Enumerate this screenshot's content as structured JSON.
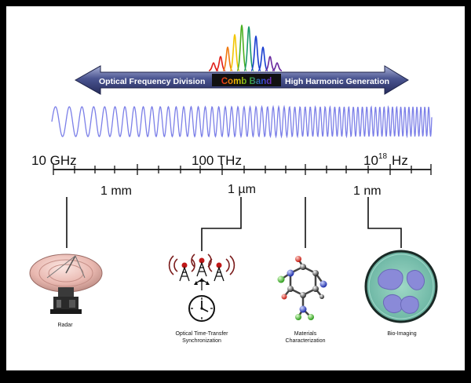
{
  "banner": {
    "left_label": "Optical Frequency Division",
    "center_label": "Comb Band",
    "right_label": "High Harmonic Generation"
  },
  "scale": {
    "freq_left": "10 GHz",
    "freq_mid": "100 THz",
    "freq_right_base": "10",
    "freq_right_exp": "18",
    "freq_right_unit": "Hz",
    "wl_1": "1 mm",
    "wl_2": "1 µm",
    "wl_3": "1 nm"
  },
  "applications": {
    "radar": "Radar",
    "time_transfer_line1": "Optical Time-Transfer",
    "time_transfer_line2": "Synchronization",
    "materials_line1": "Materials",
    "materials_line2": "Characterization",
    "bio": "Bio-Imaging"
  },
  "icons": [
    "radar-dish-icon",
    "antenna-towers-icon",
    "clock-icon",
    "molecule-icon",
    "cell-icon"
  ],
  "colors": {
    "banner_dark": "#2b3266",
    "banner_light": "#8a94c4",
    "wave": "#7b7fe8",
    "comb_colors": [
      "#e0201a",
      "#f07a10",
      "#f2c500",
      "#49b020",
      "#1a9a6a",
      "#1a3fd0",
      "#6a2aa0"
    ]
  }
}
